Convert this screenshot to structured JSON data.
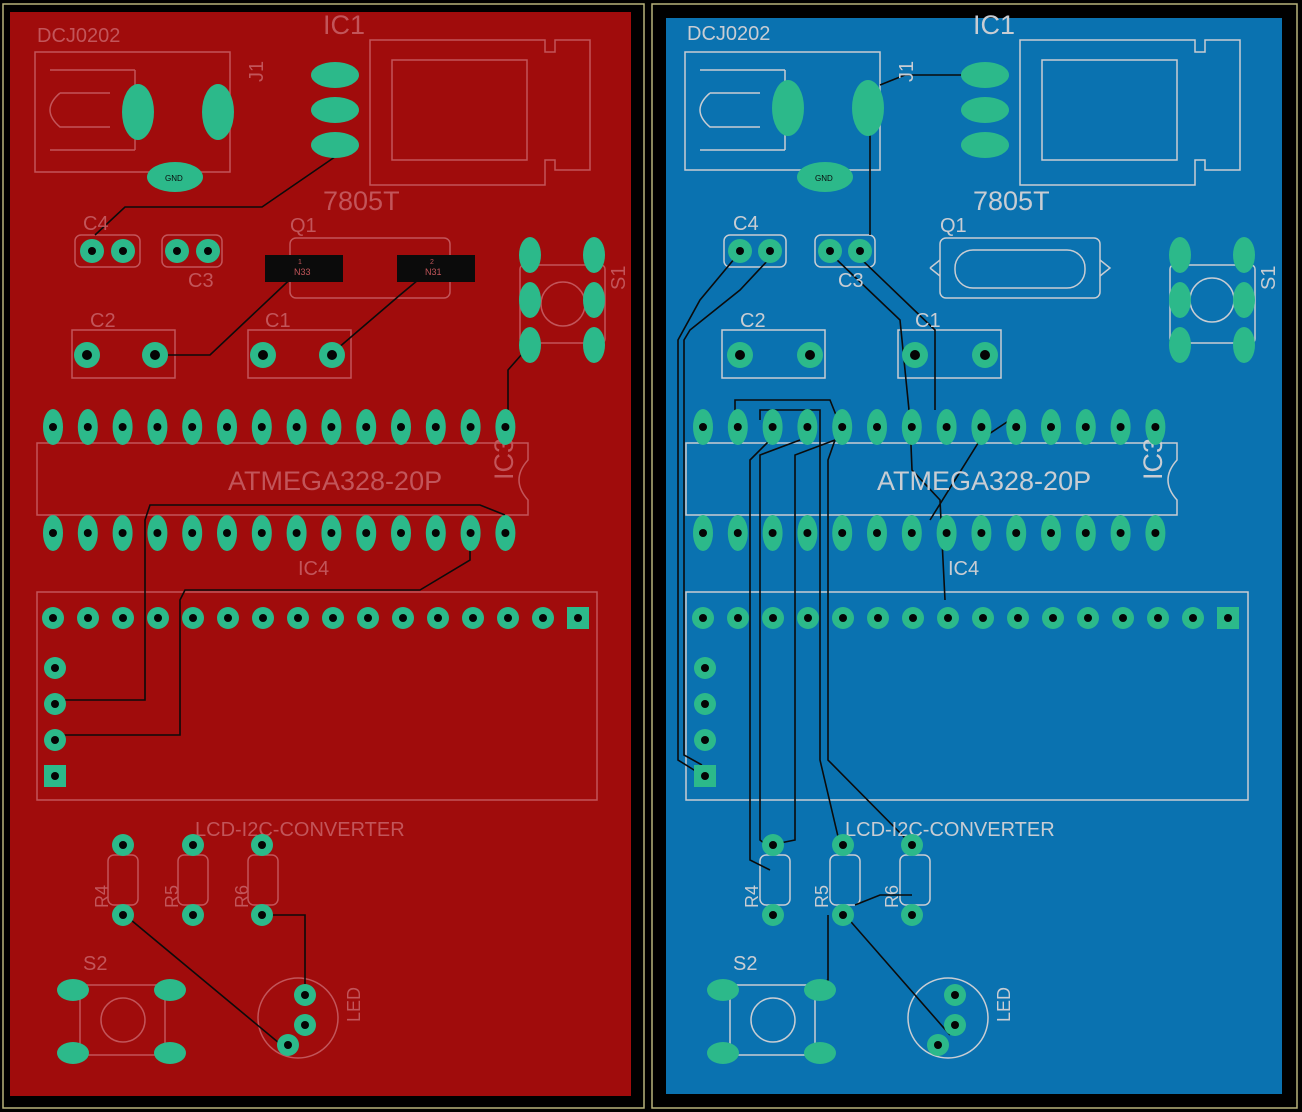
{
  "colors": {
    "background": "#000000",
    "top_copper": "#a00c0c",
    "bottom_copper": "#0a72b0",
    "pad": "#2cb98a",
    "pad_hole": "#050505",
    "silk_top": "#c2555a",
    "silk_bottom": "#c9cdd3",
    "outline": "#b7b27a",
    "trace": "#0b0b0b"
  },
  "layers": [
    {
      "key": "top",
      "labels": {
        "ic1": "IC1",
        "ic1_part": "7805T",
        "dcj": "DCJ0202",
        "j1": "J1",
        "c1": "C1",
        "c2": "C2",
        "c3": "C3",
        "c4": "C4",
        "q1": "Q1",
        "s1": "S1",
        "s2": "S2",
        "ic3": "IC3",
        "atmega": "ATMEGA328-20P",
        "ic4": "IC4",
        "lcd": "LCD-I2C-CONVERTER",
        "r4": "R4",
        "r5": "R5",
        "r6": "R6",
        "led": "LED",
        "gnd": "GND",
        "n33": "N33",
        "n31": "N31",
        "pin1": "1",
        "pin2": "2"
      }
    },
    {
      "key": "bottom",
      "labels": {
        "ic1": "IC1",
        "ic1_part": "7805T",
        "dcj": "DCJ0202",
        "j1": "J1",
        "c1": "C1",
        "c2": "C2",
        "c3": "C3",
        "c4": "C4",
        "q1": "Q1",
        "s1": "S1",
        "s2": "S2",
        "ic3": "IC3",
        "atmega": "ATMEGA328-20P",
        "ic4": "IC4",
        "lcd": "LCD-I2C-CONVERTER",
        "r4": "R4",
        "r5": "R5",
        "r6": "R6",
        "led": "LED",
        "gnd": "GND"
      }
    }
  ]
}
